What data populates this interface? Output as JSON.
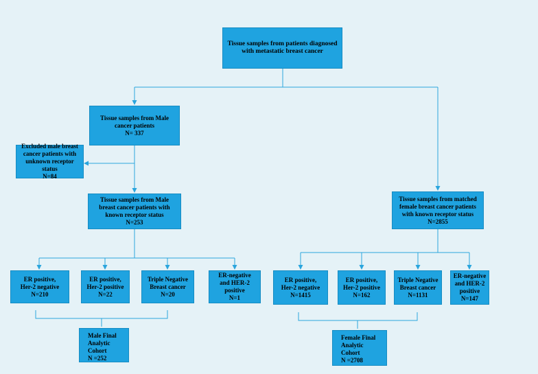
{
  "boxes": {
    "root": "Tissue samples from patients diagnosed\nwith metastatic breast cancer",
    "male": "Tissue samples from Male\ncancer patients\nN= 337",
    "excluded": "Excluded male breast\ncancer patients with\nunknown receptor status\nN=84",
    "male_known": "Tissue samples from Male\nbreast cancer patients with\nknown receptor status\nN=253",
    "female_known": "Tissue samples from matched\nfemale breast cancer patients\nwith known receptor status\nN=2855",
    "m_er_her2neg": "ER positive,\nHer-2 negative\nN=210",
    "m_er_her2pos": "ER positive,\nHer-2 positive\nN=22",
    "m_tnbc": "Triple Negative\nBreast cancer\nN=20",
    "m_erneg_her2pos": "ER-negative\nand HER-2\npositive\nN=1",
    "f_er_her2neg": "ER positive,\nHer-2 negative\nN=1415",
    "f_er_her2pos": "ER positive,\nHer-2 positive\nN=162",
    "f_tnbc": "Triple Negative\nBreast cancer\nN=1131",
    "f_erneg_her2pos": "ER-negative\nand HER-2\npositive\nN=147",
    "male_cohort": "Male Final\nAnalytic\nCohort\nN =252",
    "female_cohort": "Female Final\nAnalytic\nCohort\nN =2708"
  },
  "colors": {
    "background": "#e5f2f7",
    "box_fill": "#1fa3e0",
    "connector": "#2aa5dd"
  }
}
